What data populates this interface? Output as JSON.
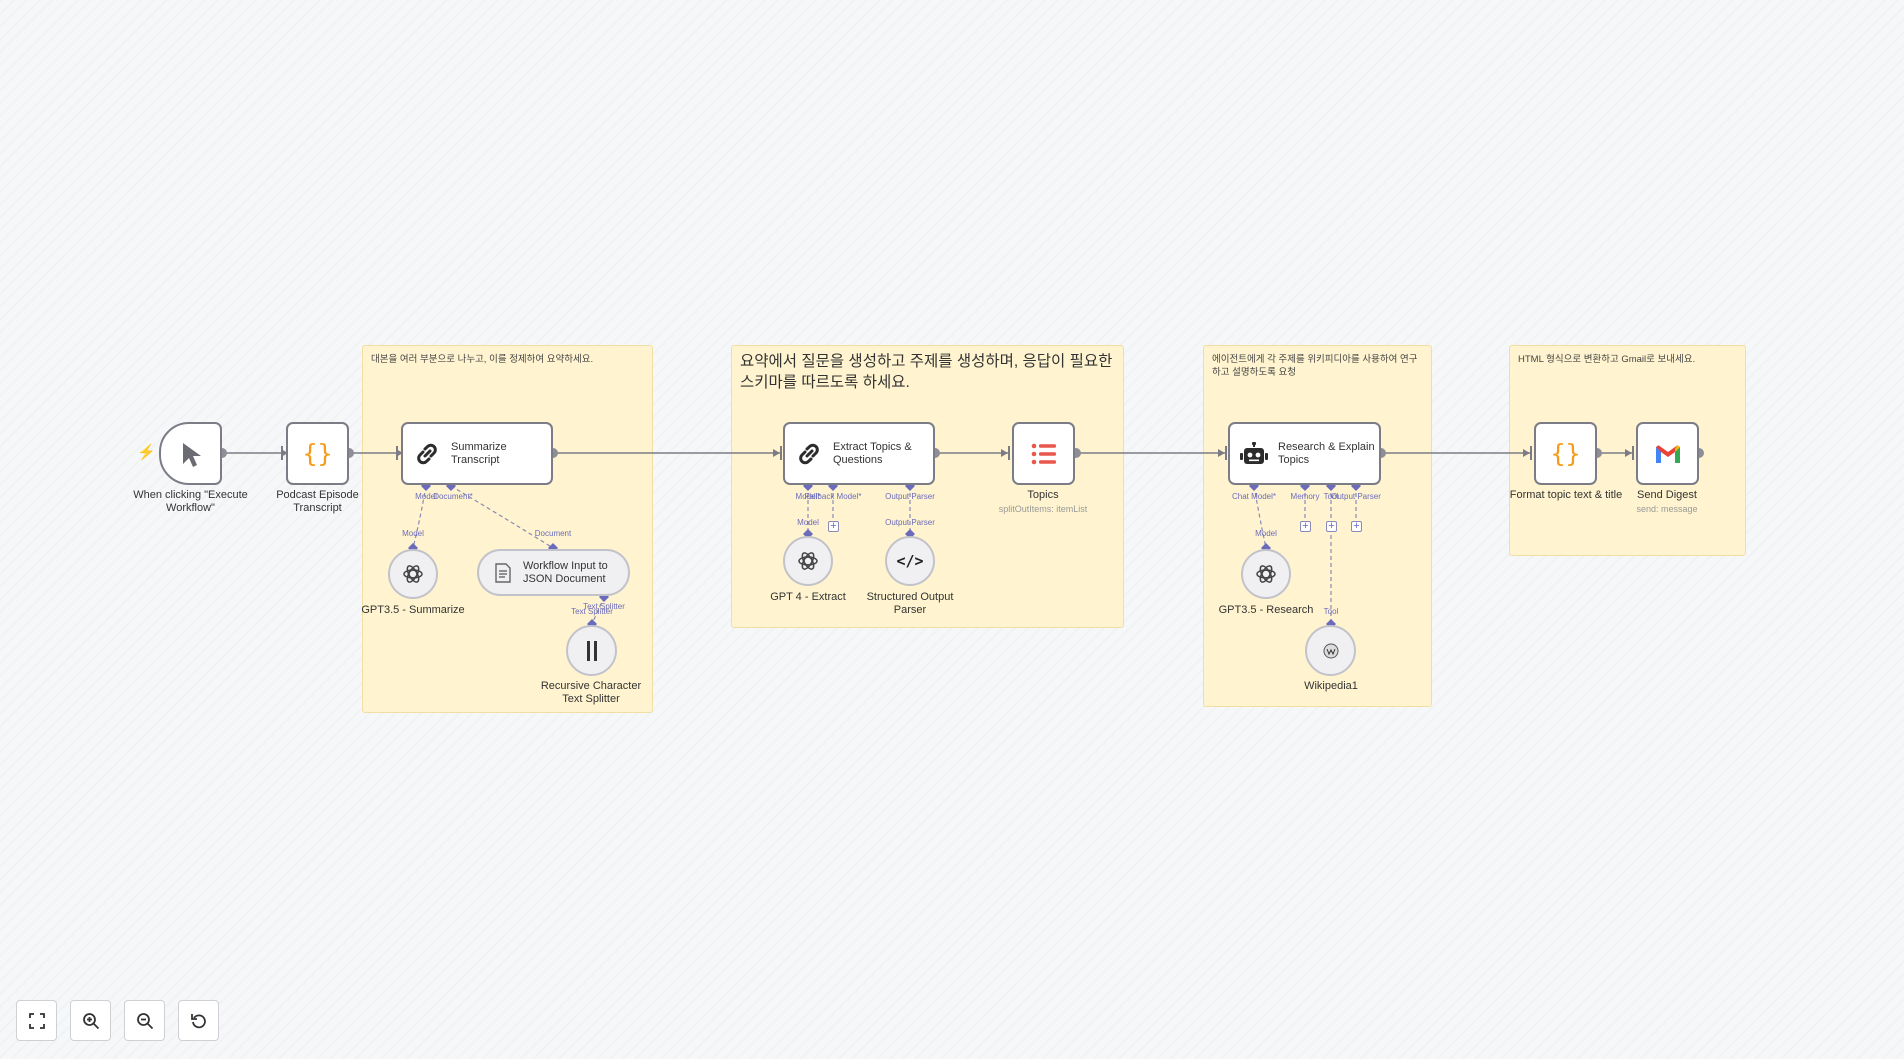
{
  "stickies": [
    {
      "text": "대본을 여러 부분으로 나누고, 이를 정제하여 요약하세요."
    },
    {
      "text": "요약에서 질문을 생성하고 주제를 생성하며, 응답이 필요한 스키마를 따르도록 하세요."
    },
    {
      "text": "에이전트에게 각 주제를 위키피디아를 사용하여 연구하고 설명하도록 요청"
    },
    {
      "text": "HTML 형식으로 변환하고 Gmail로 보내세요."
    }
  ],
  "nodes": {
    "trigger": {
      "label": "When clicking \"Execute Workflow\"",
      "icon": "cursor-icon"
    },
    "podcast": {
      "label": "Podcast Episode Transcript",
      "icon": "code-braces-icon"
    },
    "summarize": {
      "title": "Summarize Transcript",
      "icon": "chain-link-icon"
    },
    "extract": {
      "title": "Extract Topics & Questions",
      "icon": "chain-link-icon"
    },
    "topics": {
      "label": "Topics",
      "subtitle": "splitOutItems: itemList",
      "icon": "list-icon"
    },
    "research": {
      "title": "Research & Explain Topics",
      "icon": "robot-icon"
    },
    "format": {
      "label": "Format topic text & title",
      "icon": "code-braces-icon"
    },
    "gmail": {
      "label": "Send Digest",
      "subtitle": "send: message",
      "icon": "gmail-icon"
    },
    "gpt_sum": {
      "label": "GPT3.5 - Summarize",
      "icon": "openai-icon"
    },
    "wf_input": {
      "title": "Workflow Input to JSON Document",
      "icon": "document-icon"
    },
    "splitter": {
      "label": "Recursive Character Text Splitter",
      "icon": "splitter-icon"
    },
    "gpt4": {
      "label": "GPT 4 - Extract",
      "icon": "openai-icon"
    },
    "parser": {
      "label": "Structured Output Parser",
      "icon": "code-tag-icon"
    },
    "gpt_research": {
      "label": "GPT3.5 - Research",
      "icon": "openai-icon"
    },
    "wiki": {
      "label": "Wikipedia1",
      "icon": "wikipedia-icon"
    }
  },
  "ports": {
    "sum_model": "Model",
    "sum_document": "Document*",
    "model_in": "Model",
    "document_in": "Document",
    "splitter_out": "Text Splitter",
    "splitter_in": "Text Splitter",
    "ext_model": "Model*",
    "ext_fallback": "Fallback Model*",
    "ext_parser": "Output Parser",
    "gpt4_in": "Model",
    "parser_in": "Output Parser",
    "res_chat": "Chat Model*",
    "res_memory": "Memory",
    "res_tool": "Tool",
    "res_parser": "Output Parser",
    "gptr_in": "Model",
    "wiki_in": "Tool"
  },
  "trigger_bolt": "⚡",
  "plus_sign": "+",
  "controls": {
    "fit": "fit-view-icon",
    "zoom_in": "zoom-in-icon",
    "zoom_out": "zoom-out-icon",
    "reset": "reset-icon"
  },
  "colors": {
    "sticky_bg": "#fff4cf",
    "node_border": "#7c7c86",
    "connector": "#6b6bbd",
    "orange": "#f59c1a",
    "red_list": "#e8574a",
    "trigger_bolt": "#ff6d5a"
  }
}
